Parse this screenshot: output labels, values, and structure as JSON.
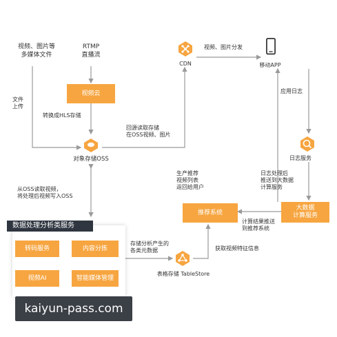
{
  "sources": {
    "media_files": "视频、图片等\n多媒体文件",
    "rtmp": "RTMP\n直播流"
  },
  "nodes": {
    "video_cloud": "视频云",
    "oss": "对象存储OSS",
    "cdn": "CDN",
    "mobile_app": "移动APP",
    "log_service": "日志服务",
    "bigdata": "大数据\n计算服务",
    "recommend": "推荐系统",
    "tablestore": "表格存储 TableStore"
  },
  "edges": {
    "file_upload": "文件\n上传",
    "convert_hls": "转换成HLS存储",
    "origin_fetch": "回源读取存储\n在OSS视频、图片",
    "distribute": "视频、图片分发",
    "app_log": "应用日志",
    "log_process": "日志处理后\n推送到大数据\n计算服务",
    "compute_push": "计算结果推送\n到推荐系统",
    "gen_recommend": "生产推荐\n视频列表\n返回给用户",
    "oss_read": "从OSS读取视频，\n将处理后视频写入OSS",
    "store_meta": "存储分析产生的\n各类元数据",
    "fetch_features": "获取视频特征信息"
  },
  "panel": {
    "title": "数据处理分析类服务",
    "services": [
      "转码服务",
      "内容分拣",
      "视频AI",
      "智能媒体管理"
    ]
  },
  "watermark": "kaiyun-pass.com",
  "colors": {
    "accent": "#f7a540",
    "line": "#9a9a9a",
    "panel_header": "#2f3640"
  },
  "icons": {
    "oss": "cloud-storage-icon",
    "cdn": "network-nodes-icon",
    "mobile_app": "smartphone-icon",
    "log_service": "magnifier-log-icon",
    "tablestore": "table-nodes-icon"
  }
}
